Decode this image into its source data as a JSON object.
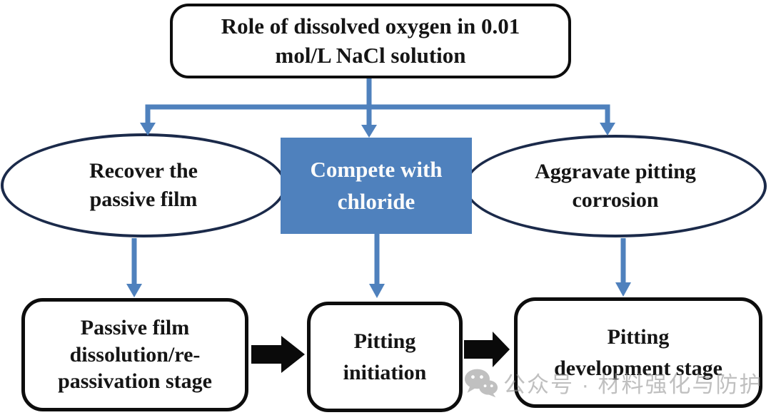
{
  "diagram": {
    "title": {
      "lines": [
        "Role of dissolved oxygen in 0.01",
        "mol/L NaCl solution"
      ]
    },
    "branches": {
      "left": {
        "lines": [
          "Recover the",
          "passive film"
        ]
      },
      "center": {
        "lines": [
          "Compete with",
          "chloride"
        ]
      },
      "right": {
        "lines": [
          "Aggravate pitting",
          "corrosion"
        ]
      }
    },
    "stages": {
      "left": {
        "lines": [
          "Passive film",
          "dissolution/re-",
          "passivation stage"
        ]
      },
      "center": {
        "lines": [
          "Pitting",
          "initiation"
        ]
      },
      "right": {
        "lines": [
          "Pitting",
          "development stage"
        ]
      }
    },
    "watermark": {
      "icon": "wechat-icon",
      "text": "公众号 · 材料强化与防护"
    },
    "colors": {
      "accent_blue": "#4f81bd",
      "ellipse_outline": "#1b2a4a",
      "box_outline": "#0d0d0d",
      "blue_box_text": "#fbfbfb",
      "watermark_gray": "#9a9a9a",
      "background": "#ffffff"
    }
  }
}
